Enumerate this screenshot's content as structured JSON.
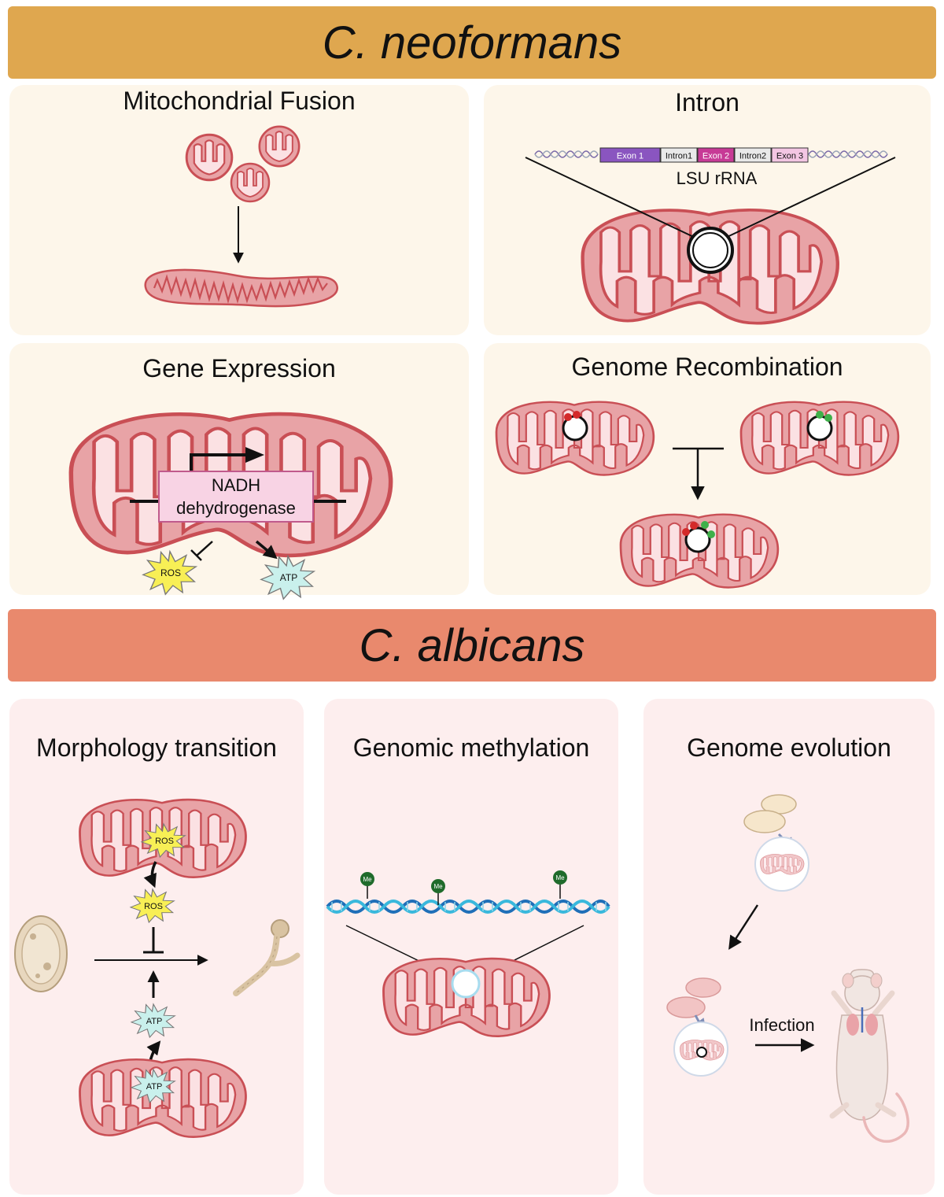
{
  "banners": {
    "top": "C. neoformans",
    "bottom": "C. albicans"
  },
  "panels": {
    "fusion": {
      "title": "Mitochondrial Fusion"
    },
    "intron": {
      "title": "Intron",
      "gene_segments": [
        "Exon 1",
        "Intron1",
        "Exon 2",
        "Intron2",
        "Exon 3"
      ],
      "gene_label": "LSU rRNA"
    },
    "expression": {
      "title": "Gene Expression",
      "gene_box_line1": "NADH",
      "gene_box_line2": "dehydrogenase",
      "ros": "ROS",
      "atp": "ATP"
    },
    "recombination": {
      "title": "Genome Recombination"
    },
    "morphology": {
      "title": "Morphology transition",
      "ros": "ROS",
      "atp": "ATP"
    },
    "methylation": {
      "title": "Genomic methylation",
      "me_label": "Me"
    },
    "evolution": {
      "title": "Genome evolution",
      "infection_label": "Infection"
    }
  },
  "colors": {
    "banner_top": "#dfa74f",
    "banner_bottom": "#e9896d",
    "panel_top": "#fdf6ea",
    "panel_bottom": "#fdeeee",
    "mito_fill": "#e8a3a6",
    "mito_outline": "#c94f55",
    "exon1": "#8a55c0",
    "exon2": "#c73a96",
    "exon3": "#f3c6e3",
    "intron": "#e9e9e9",
    "ros": "#f8ef55",
    "atp": "#c9f0ec",
    "methyl": "#1f6b2b",
    "dna": "#2a9fd6",
    "red_marker": "#d42a2a",
    "green_marker": "#3fb04a"
  }
}
